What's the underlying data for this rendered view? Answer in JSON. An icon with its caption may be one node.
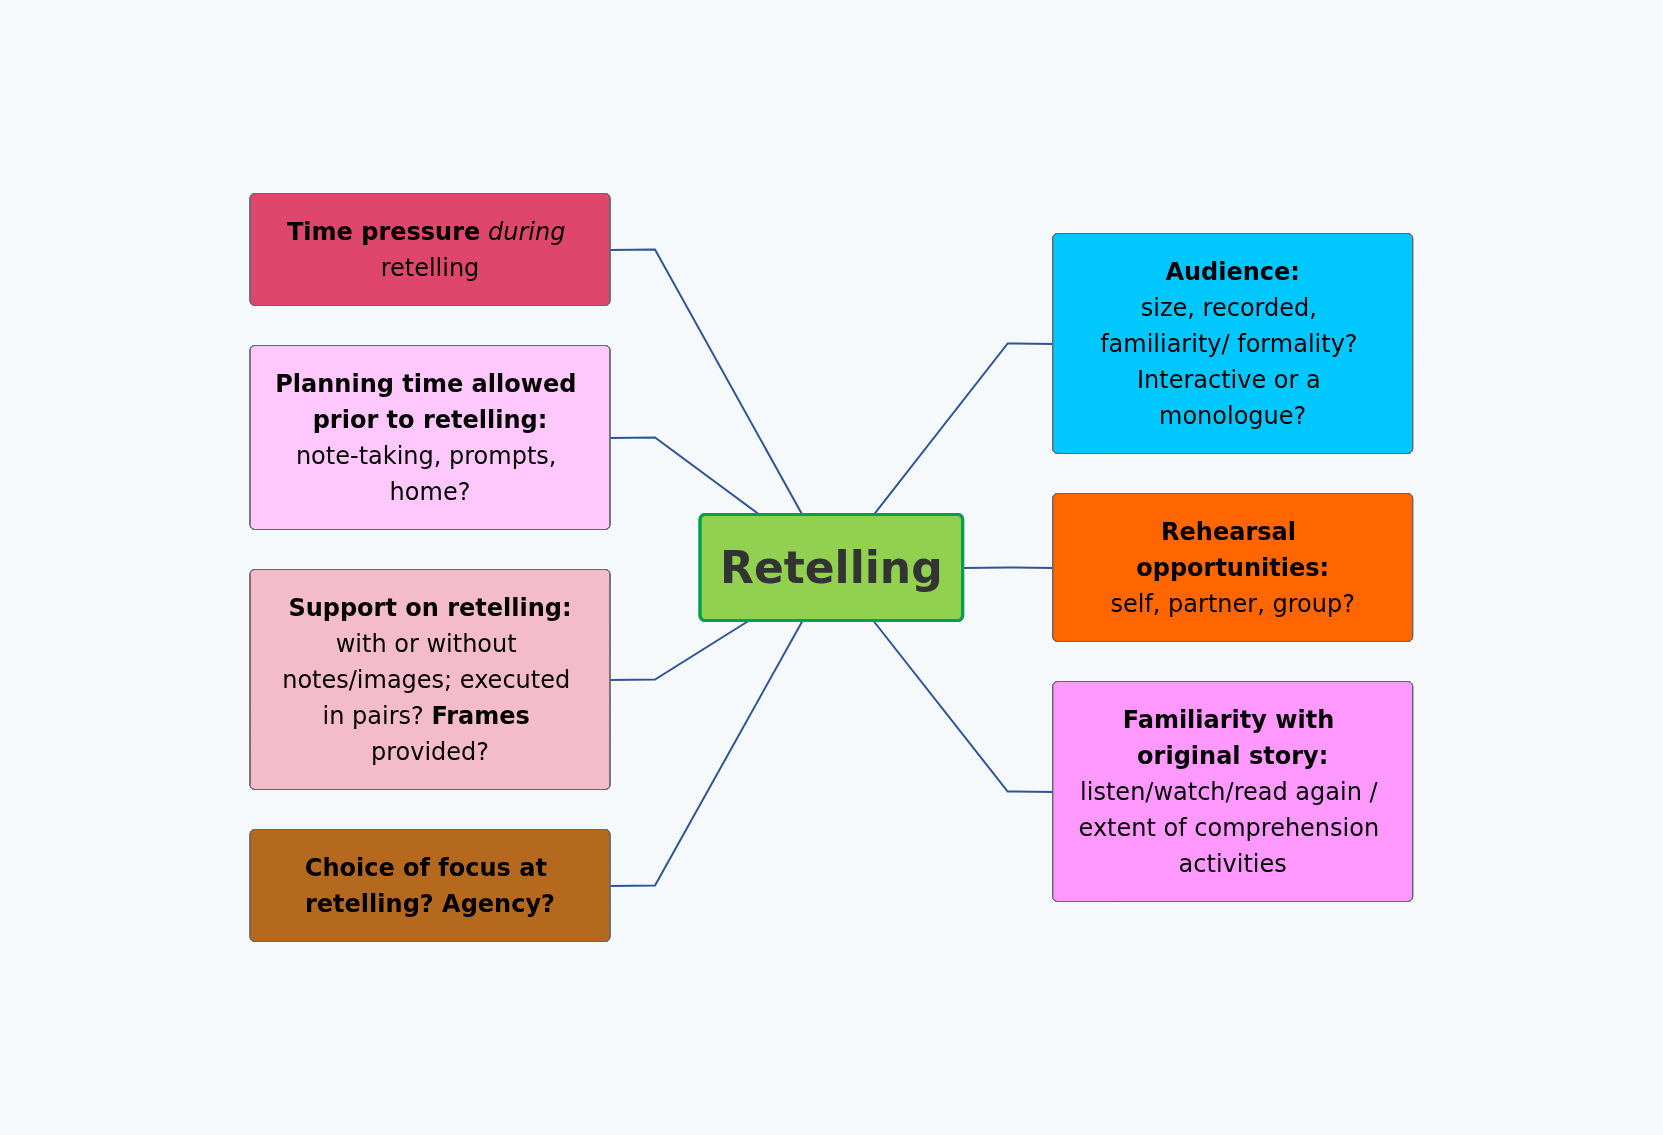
{
  "diagram": {
    "nodes": [
      {
        "text": [
          "**Time pressure** *during* retelling"
        ]
      },
      {
        "text": [
          "Planning time allowed prior to retelling:",
          "note-taking, prompts, home?"
        ]
      },
      {
        "text": [
          "Audience:",
          "size, recorded, familiarity/ formality? Interactive or a monologue?"
        ]
      },
      {
        "text": [
          "Support on retelling:",
          "with or without notes/images; executed in pairs? **Frames** provided?"
        ]
      },
      {
        "text": [
          "Retelling"
        ]
      },
      {
        "text": [
          "Rehearsal opportunities:",
          "self, partner, group?"
        ]
      },
      {
        "text": [
          "Choice of focus at retelling? Agency?"
        ]
      },
      {
        "text": [
          "Familiarity with original story:",
          "listen/watch/read again / extent of comprehension activities"
        ]
      }
    ],
    "edges": [
      {
        "from": 0,
        "to": 4,
        "arrow": "none"
      },
      {
        "from": 1,
        "to": 4,
        "arrow": "none"
      },
      {
        "from": 3,
        "to": 4,
        "arrow": "none"
      },
      {
        "from": 6,
        "to": 4,
        "arrow": "none"
      },
      {
        "from": 4,
        "to": 2,
        "arrow": "none"
      },
      {
        "from": 4,
        "to": 5,
        "arrow": "none"
      },
      {
        "from": 4,
        "to": 7,
        "arrow": "none"
      }
    ]
  }
}
